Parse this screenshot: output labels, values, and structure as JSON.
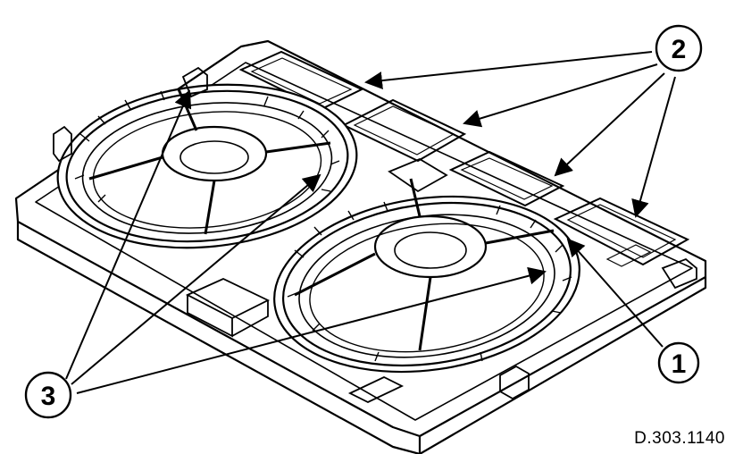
{
  "callouts": [
    {
      "id": "1",
      "label": "1"
    },
    {
      "id": "2",
      "label": "2"
    },
    {
      "id": "3",
      "label": "3"
    }
  ],
  "reference_code": "D.303.1140",
  "colors": {
    "line": "#000000",
    "background": "#ffffff"
  }
}
